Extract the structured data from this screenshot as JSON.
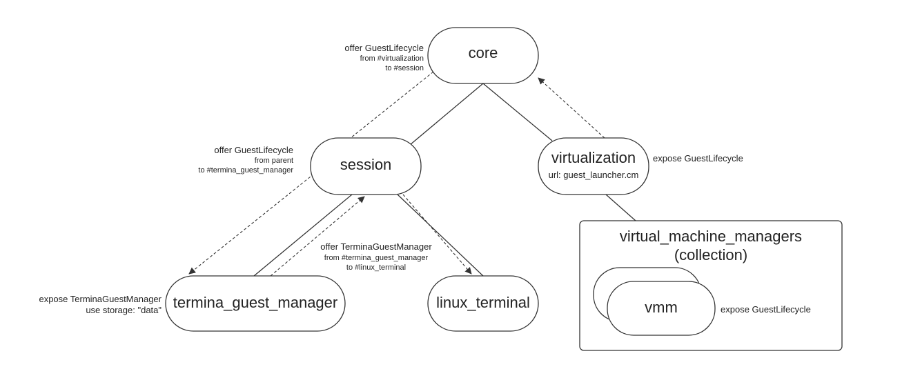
{
  "nodes": {
    "core": {
      "label": "core"
    },
    "session": {
      "label": "session"
    },
    "virtualization": {
      "label": "virtualization",
      "sublabel": "url: guest_launcher.cm"
    },
    "termina_guest_manager": {
      "label": "termina_guest_manager"
    },
    "linux_terminal": {
      "label": "linux_terminal"
    },
    "collection": {
      "label_line1": "virtual_machine_managers",
      "label_line2": "(collection)"
    },
    "vmm": {
      "label": "vmm"
    }
  },
  "annotations": {
    "core_offer": {
      "line1": "offer GuestLifecycle",
      "line2": "from #virtualization",
      "line3": "to #session"
    },
    "session_offer": {
      "line1": "offer GuestLifecycle",
      "line2": "from parent",
      "line3": "to #termina_guest_manager"
    },
    "tgm_offer": {
      "line1": "offer TerminaGuestManager",
      "line2": "from #termina_guest_manager",
      "line3": "to #linux_terminal"
    },
    "tgm_expose": {
      "line1": "expose TerminaGuestManager",
      "line2": "use storage: \"data\""
    },
    "virt_expose": {
      "line1": "expose GuestLifecycle"
    },
    "vmm_expose": {
      "line1": "expose GuestLifecycle"
    }
  },
  "colors": {
    "stroke": "#333333",
    "text": "#222222",
    "background": "#ffffff"
  }
}
